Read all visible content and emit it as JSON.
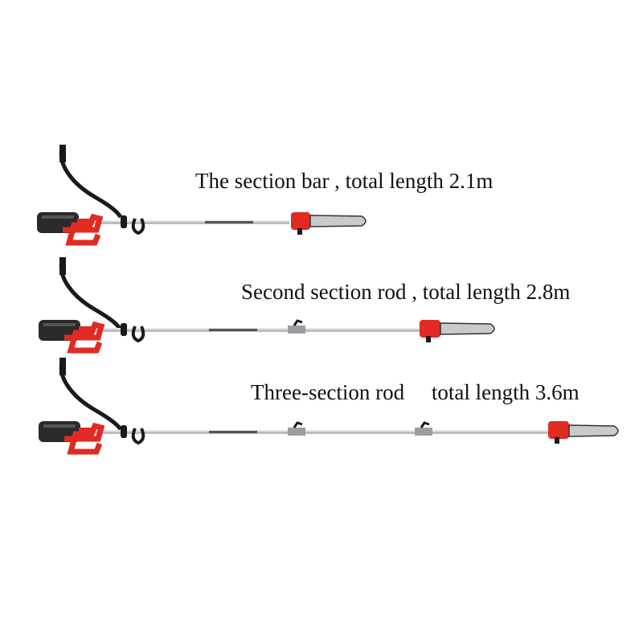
{
  "captions": [
    "The section bar , total length 2.1m",
    "Second section rod , total length 2.8m",
    "Three-section rod     total length 3.6m"
  ],
  "colors": {
    "motor_body": "#e02a22",
    "motor_dark": "#2a2a2a",
    "pole": "#b9bcc0",
    "chain_bar": "#c8cacc",
    "strap": "#1a1a1a"
  },
  "products": [
    {
      "sections": 1,
      "total_length": "2.1m"
    },
    {
      "sections": 2,
      "total_length": "2.8m"
    },
    {
      "sections": 3,
      "total_length": "3.6m"
    }
  ]
}
